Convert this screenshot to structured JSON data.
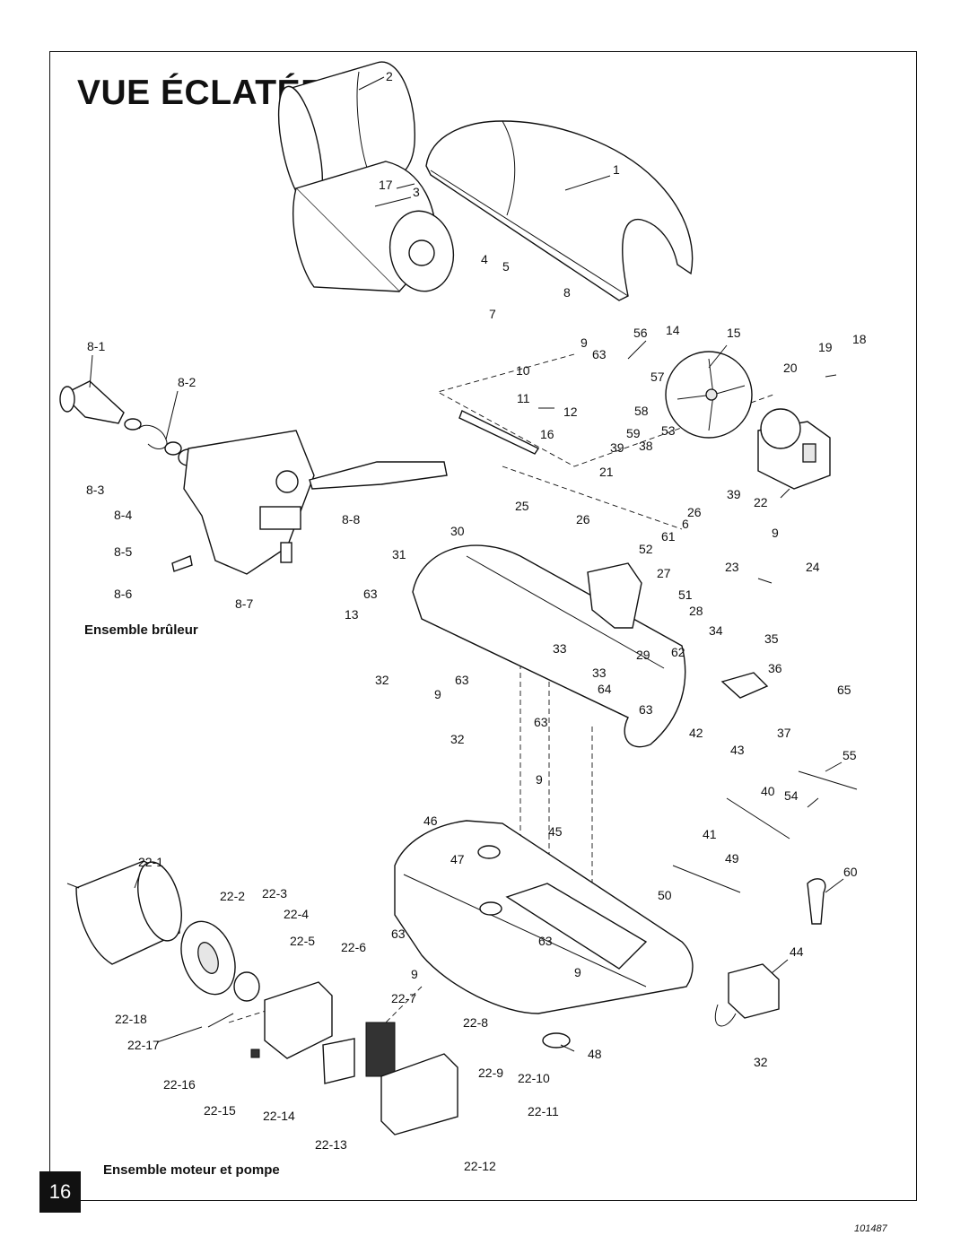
{
  "title": "VUE ÉCLATÉE",
  "page_number": "16",
  "document_number": "101487",
  "assemblies": {
    "burner": "Ensemble brûleur",
    "motor_pump": "Ensemble moteur et pompe"
  },
  "callouts": [
    "2",
    "1",
    "17",
    "3",
    "4",
    "5",
    "8",
    "7",
    "8-1",
    "8-2",
    "56",
    "14",
    "15",
    "18",
    "19",
    "9",
    "63",
    "10",
    "57",
    "20",
    "11",
    "12",
    "58",
    "16",
    "59",
    "53",
    "38",
    "39",
    "21",
    "39",
    "22",
    "26",
    "6",
    "25",
    "26",
    "30",
    "61",
    "9",
    "31",
    "52",
    "27",
    "23",
    "24",
    "8-3",
    "8-4",
    "8-5",
    "8-8",
    "8-6",
    "8-7",
    "63",
    "51",
    "13",
    "28",
    "34",
    "35",
    "33",
    "29",
    "62",
    "32",
    "63",
    "33",
    "36",
    "9",
    "64",
    "65",
    "63",
    "63",
    "42",
    "37",
    "32",
    "43",
    "55",
    "9",
    "40",
    "54",
    "41",
    "46",
    "45",
    "22-1",
    "47",
    "49",
    "60",
    "22-2",
    "22-3",
    "50",
    "22-4",
    "63",
    "22-5",
    "22-6",
    "63",
    "44",
    "9",
    "9",
    "22-7",
    "22-18",
    "22-8",
    "48",
    "22-17",
    "32",
    "22-9",
    "22-10",
    "22-16",
    "22-15",
    "22-14",
    "22-11",
    "22-13",
    "22-12"
  ]
}
